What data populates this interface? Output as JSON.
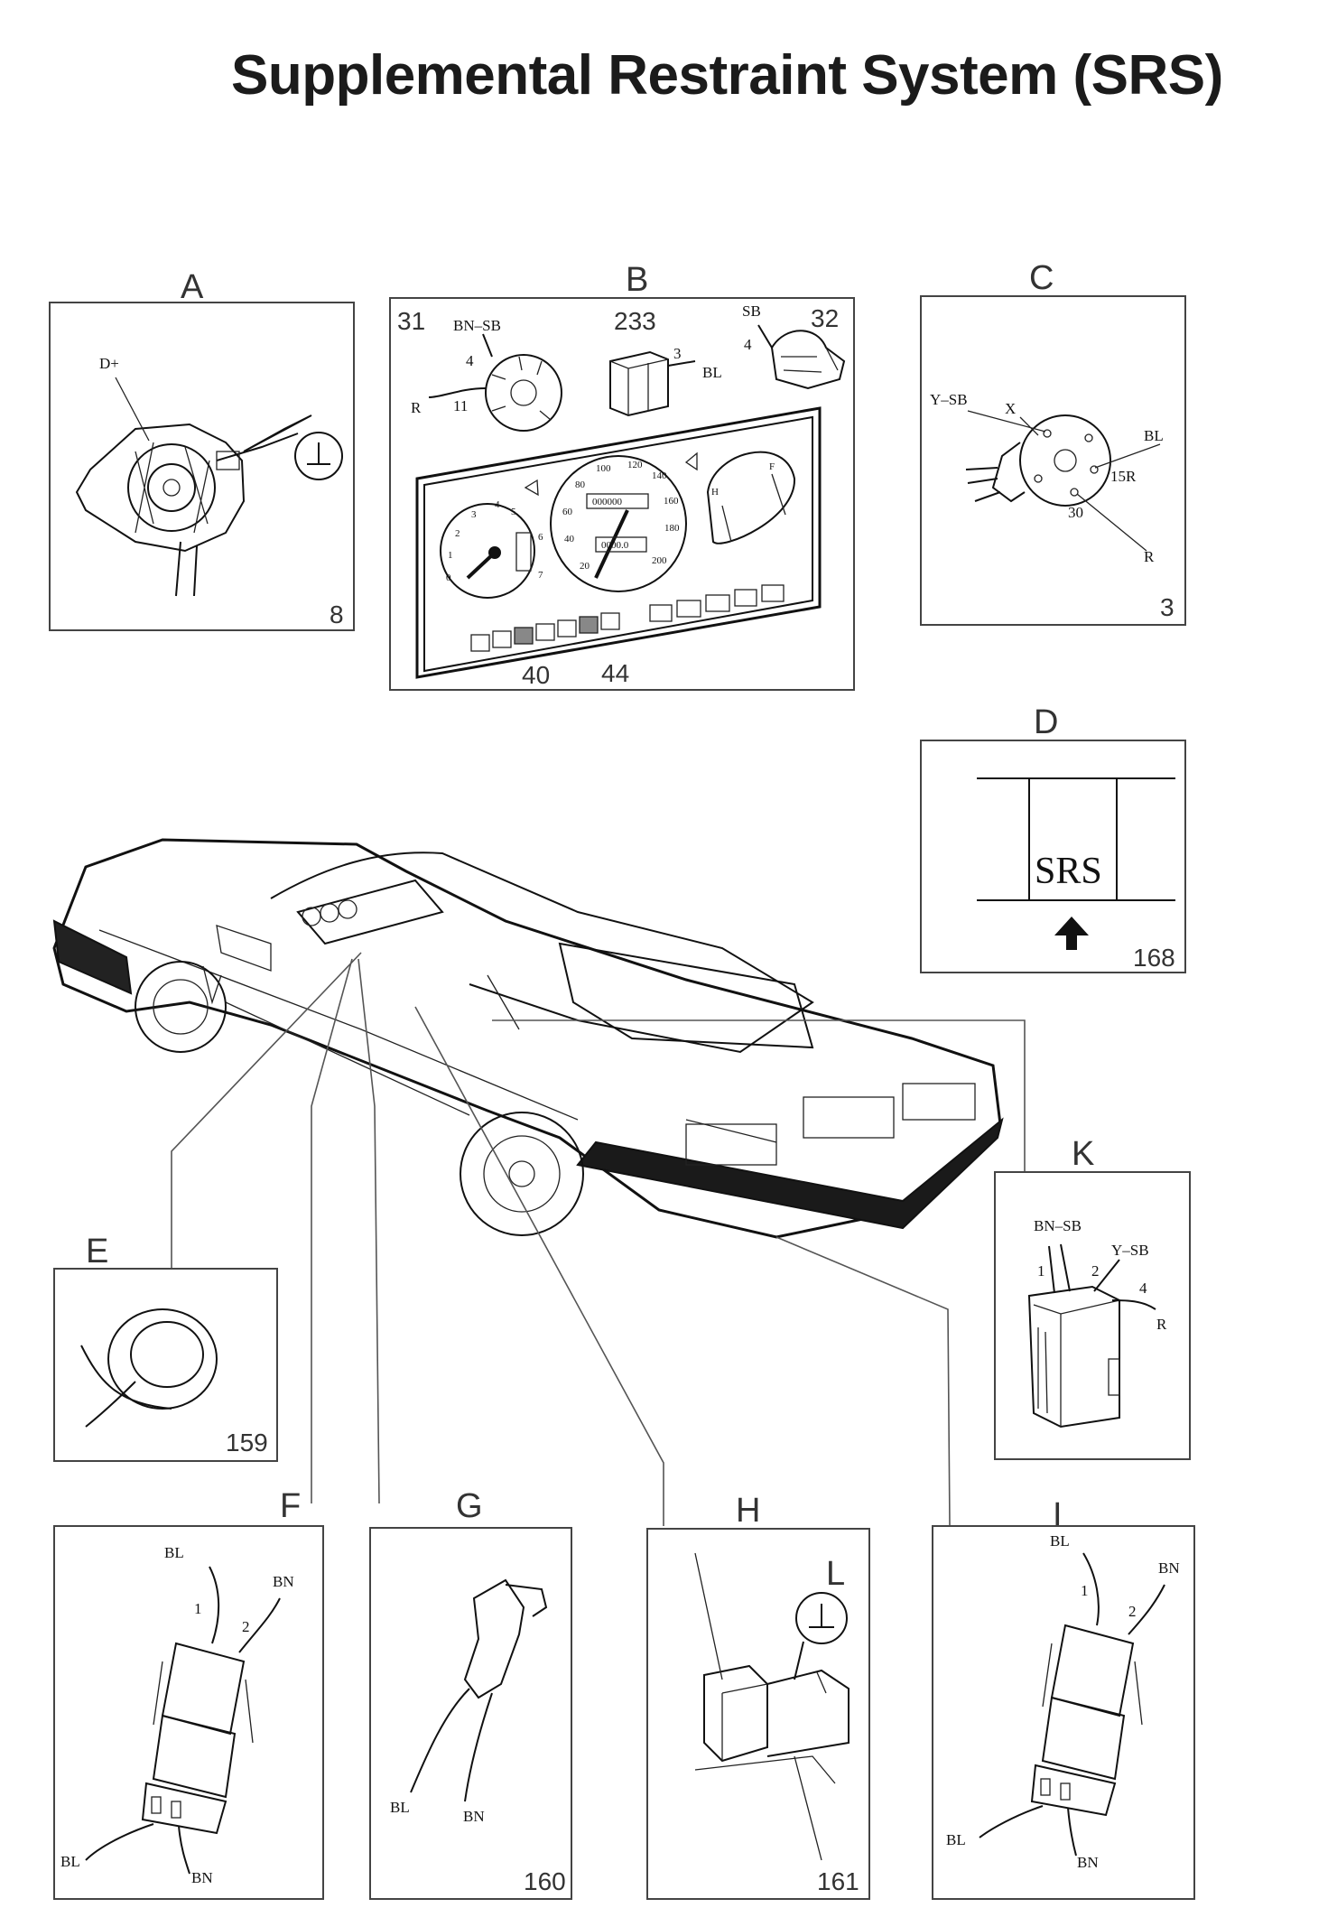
{
  "title": "Supplemental Restraint System (SRS)",
  "panels": {
    "A": {
      "letter": "A",
      "number": "8",
      "labels": [
        "D+"
      ]
    },
    "B": {
      "letter": "B",
      "connectors": {
        "left": "31",
        "center": "233",
        "right": "32"
      },
      "wires": [
        "BN–SB",
        "4",
        "R",
        "11",
        "3",
        "BL",
        "SB",
        "4"
      ],
      "gauge_ticks": [
        "0",
        "1",
        "2",
        "3",
        "4",
        "5",
        "6",
        "7"
      ],
      "speed_ticks": [
        "20",
        "40",
        "60",
        "80",
        "100",
        "120",
        "140",
        "160",
        "180",
        "200"
      ],
      "odometer": "000000",
      "trip": "0000.0",
      "temp_labels": [
        "H"
      ],
      "fuel_labels": [
        "F"
      ],
      "lamps": [
        "40",
        "44"
      ]
    },
    "C": {
      "letter": "C",
      "number": "3",
      "wires": [
        "Y–SB",
        "X",
        "BL",
        "15R",
        "30",
        "R"
      ]
    },
    "D": {
      "letter": "D",
      "number": "168",
      "srs": "SRS"
    },
    "E": {
      "letter": "E",
      "number": "159"
    },
    "F": {
      "letter": "F",
      "wires": [
        "BL",
        "BN",
        "1",
        "2",
        "BL",
        "BN"
      ]
    },
    "G": {
      "letter": "G",
      "number": "160",
      "wires": [
        "BL",
        "BN"
      ]
    },
    "H": {
      "letter": "H",
      "number": "161",
      "sub": "L"
    },
    "I": {
      "letter": "I",
      "wires": [
        "BL",
        "BN",
        "1",
        "2",
        "BL",
        "BN"
      ]
    },
    "K": {
      "letter": "K",
      "wires": [
        "BN–SB",
        "Y–SB",
        "1",
        "2",
        "4",
        "R"
      ]
    }
  }
}
